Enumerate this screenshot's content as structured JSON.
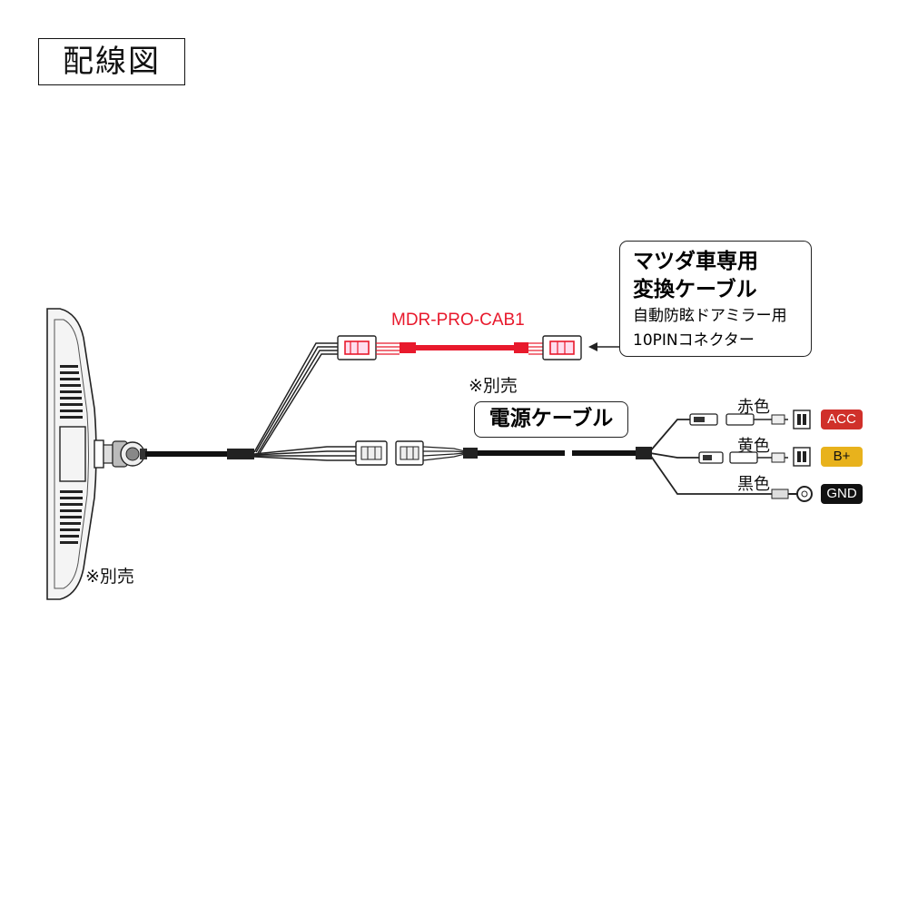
{
  "title": "配線図",
  "mirror": {
    "note": "※別売"
  },
  "adapter": {
    "model": "MDR-PRO-CAB1",
    "callout": {
      "line1": "マツダ車専用",
      "line2": "変換ケーブル",
      "line3": "自動防眩ドアミラー用",
      "line4": "10PINコネクター"
    }
  },
  "power_cable": {
    "note": "※別売",
    "label": "電源ケーブル"
  },
  "wires": [
    {
      "color_label": "赤色",
      "terminal": "ACC",
      "badge_color": "#d0302a"
    },
    {
      "color_label": "黄色",
      "terminal": "B+",
      "badge_color": "#e8b21c"
    },
    {
      "color_label": "黒色",
      "terminal": "GND",
      "badge_color": "#111111"
    }
  ],
  "colors": {
    "adapter_wire": "#e8192c",
    "cable": "#111111"
  }
}
